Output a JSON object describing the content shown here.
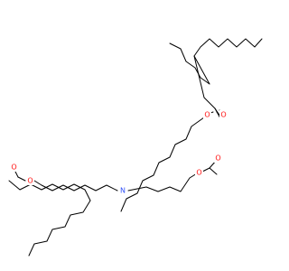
{
  "molecule": {
    "atoms": {
      "ester_o_upper": "O",
      "carbonyl_o_upper": "O",
      "ester_o_lower": "O",
      "carbonyl_o_lower": "O",
      "amine_n": "N",
      "acetate_o_ether": "O",
      "acetate_o_carbonyl": "O"
    }
  },
  "colors": {
    "bond": "#000000",
    "oxygen": "#ff0d0d",
    "nitrogen": "#3050f8",
    "background": "#ffffff"
  }
}
